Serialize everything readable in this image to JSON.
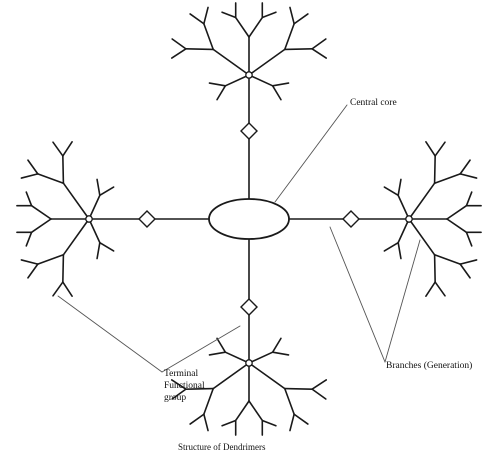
{
  "labels": {
    "central_core": "Central core",
    "branches": "Branches (Generation)",
    "terminal_line1": "Terminal",
    "terminal_line2": "Functional",
    "terminal_line3": "group",
    "caption": "Structure of Dendrimers"
  },
  "style": {
    "stroke": "#1a1a1a",
    "leader": "#555555",
    "background": "#ffffff"
  }
}
